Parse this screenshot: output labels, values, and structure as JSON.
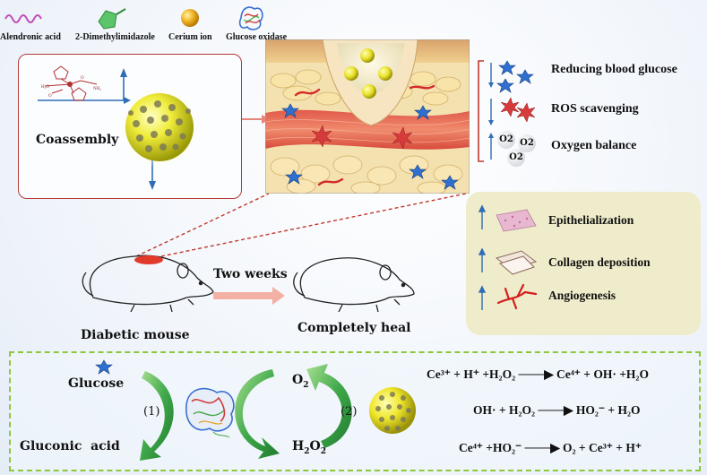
{
  "legend": [
    {
      "label": "Alendronic acid",
      "icon": "wavy-line-icon",
      "color": "#c04fb8"
    },
    {
      "label": "2-Dimethylimidazole",
      "icon": "imidazole-icon",
      "color": "#3aa84a"
    },
    {
      "label": "Cerium ion",
      "icon": "orange-ball-icon",
      "color": "#e8a51c"
    },
    {
      "label": "Glucose oxidase",
      "icon": "protein-icon",
      "color": "#3a6fd1"
    }
  ],
  "coassembly": {
    "label": "Coassembly"
  },
  "effects": [
    {
      "label": "Reducing blood glucose",
      "icon": "blue-star-icon",
      "arrow": "down"
    },
    {
      "label": "ROS scavenging",
      "icon": "red-star-icon",
      "arrow": "down"
    },
    {
      "label": "Oxygen balance",
      "icon": "oxygen-molecule-icon",
      "arrow": "up"
    }
  ],
  "oxygen_labels": [
    "O2",
    "O2",
    "O2"
  ],
  "healing": [
    {
      "label": "Epithelialization",
      "icon": "epithelium-icon"
    },
    {
      "label": "Collagen deposition",
      "icon": "collagen-icon"
    },
    {
      "label": "Angiogenesis",
      "icon": "vessel-icon"
    }
  ],
  "mouse": {
    "left_label": "Diabetic mouse",
    "right_label": "Completely heal",
    "arrow_label": "Two weeks"
  },
  "cycle": {
    "glucose": "Glucose",
    "gluconic": "Gluconic  acid",
    "o2": "O",
    "o2_sub": "2",
    "h2o2": "H",
    "h2o2_sub1": "2",
    "h2o2_mid": "O",
    "h2o2_sub2": "2",
    "step1": "(1)",
    "step2": "(2)"
  },
  "equations": [
    "Ce³⁺ + H⁺ +H₂O₂ ───▶ Ce⁴⁺ + OH· +H₂O",
    "OH· + H₂O₂ ───▶ HO₂⁻ + H₂O",
    "Ce⁴⁺ +HO₂⁻ ───▶ O₂ + Ce³⁺ + H⁺"
  ],
  "colors": {
    "accent_red": "#c0392b",
    "cycle_green": "#3fa84a",
    "dash_green": "#8cc83c",
    "panel_yellow": "#efeccb"
  }
}
